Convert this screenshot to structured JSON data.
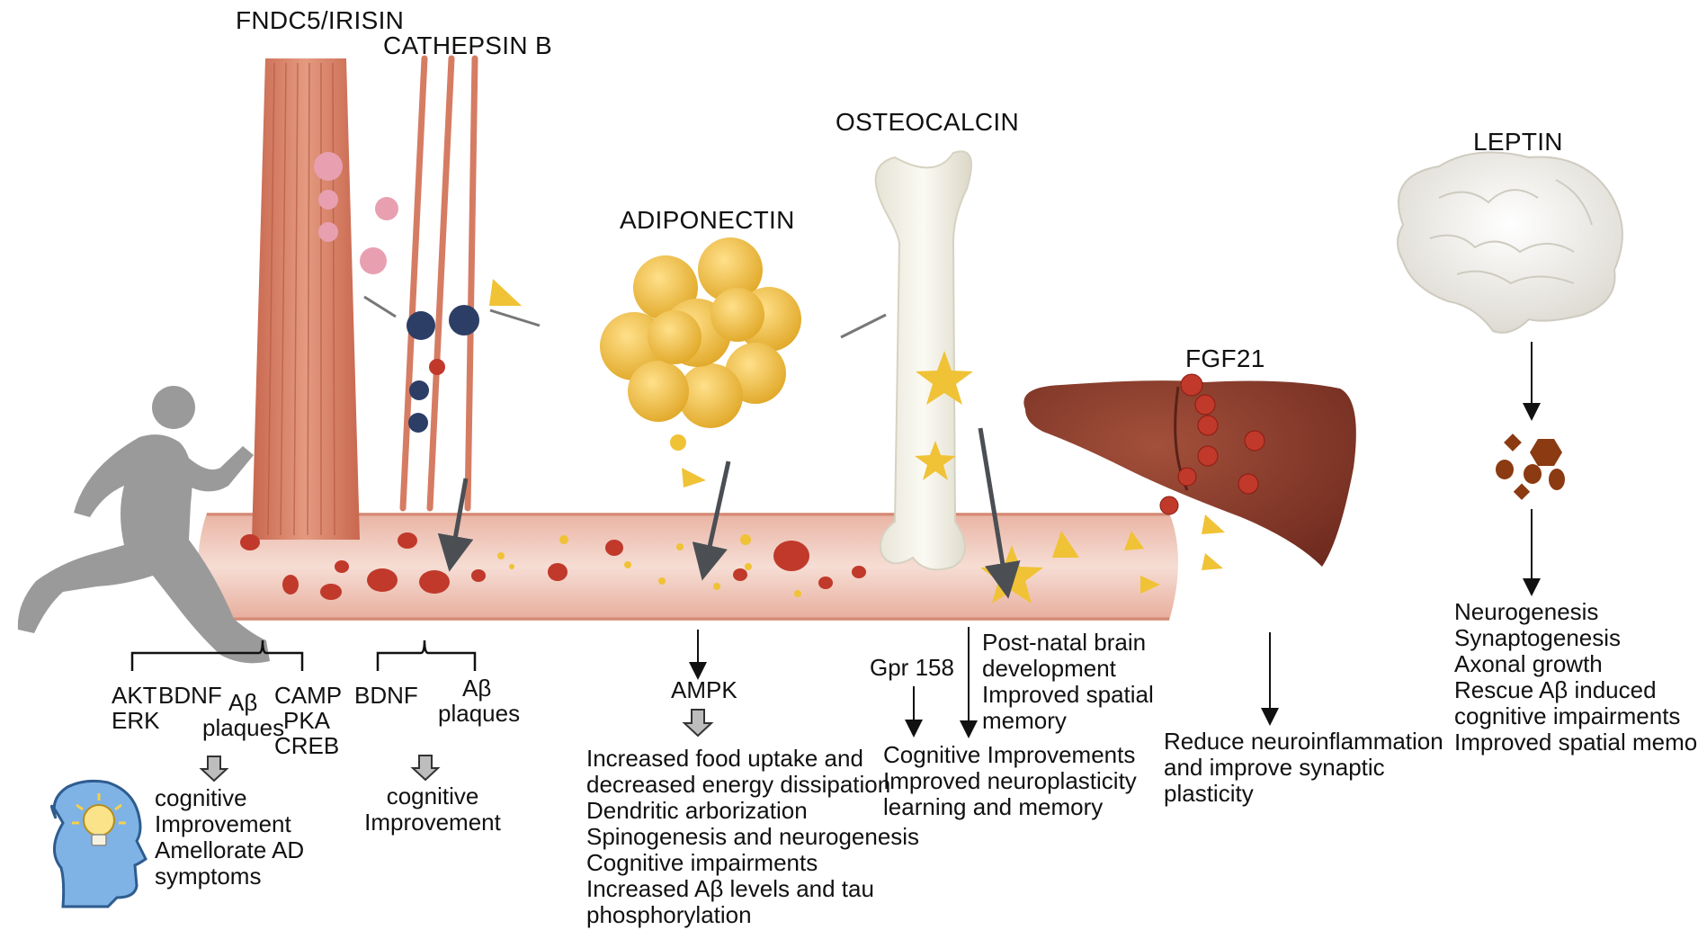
{
  "labels": {
    "fndc5": "FNDC5/IRISIN",
    "cathepsin": "CATHEPSIN B",
    "adiponectin": "ADIPONECTIN",
    "osteocalcin": "OSTEOCALCIN",
    "leptin": "LEPTIN",
    "fgf21": "FGF21"
  },
  "irisin": {
    "m1": "AKT",
    "m2": "ERK",
    "m3": "BDNF",
    "m4": "Aβ",
    "m5": "plaques",
    "m6": "CAMP",
    "m7": "PKA",
    "m8": "CREB",
    "out": [
      "cognitive",
      "Improvement",
      "Amellorate AD",
      "symptoms"
    ]
  },
  "cathepsin_b": {
    "m1": "BDNF",
    "m2": "Aβ",
    "m3": "plaques",
    "out": [
      "cognitive",
      "Improvement"
    ]
  },
  "adipo": {
    "mediator": "AMPK",
    "effects": [
      "Increased food uptake and",
      "decreased energy dissipation",
      "Dendritic arborization",
      "Spinogenesis and neurogenesis",
      "Cognitive impairments",
      "Increased Aβ levels and tau",
      "phosphorylation"
    ]
  },
  "osteo": {
    "receptor": "Gpr 158",
    "side": [
      "Post-natal brain",
      "development",
      "Improved spatial",
      "memory"
    ],
    "effects": [
      "Cognitive Improvements",
      "Improved neuroplasticity",
      "learning and memory"
    ]
  },
  "fgf": {
    "effects": [
      "Reduce neuroinflammation",
      "and improve synaptic",
      "plasticity"
    ]
  },
  "leptin_fx": {
    "effects": [
      "Neurogenesis",
      "Synaptogenesis",
      "Axonal growth",
      "Rescue Aβ induced",
      "cognitive impairments",
      "Improved spatial memory"
    ]
  },
  "colors": {
    "muscle": "#d9826a",
    "vessel": "#f1cfc4",
    "rbc": "#c0392b",
    "fat": "#f2c14e",
    "liver": "#8b3a2b",
    "navy": "#2c3e66",
    "pink": "#e8a0b0"
  },
  "icons": [
    "runner-icon",
    "head-lightbulb-icon",
    "brain-icon",
    "liver-icon",
    "bone-icon",
    "fat-cells-icon",
    "muscle-fibers-icon",
    "blood-vessel-icon"
  ]
}
